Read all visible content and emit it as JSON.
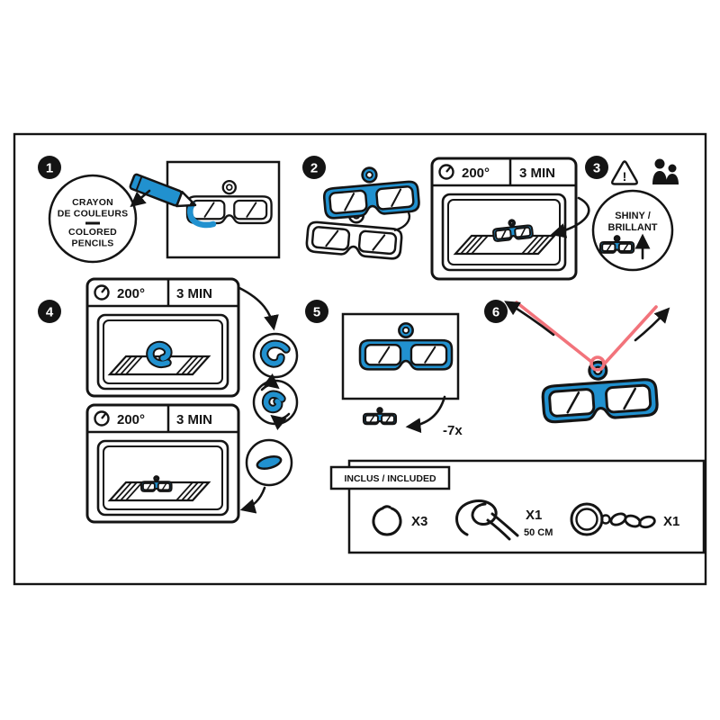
{
  "colors": {
    "blue": "#2191cf",
    "red": "#f2737b",
    "ink": "#141414"
  },
  "step1": {
    "num": "1",
    "label_fr_1": "CRAYON",
    "label_fr_2": "DE COULEURS",
    "label_en_1": "COLORED",
    "label_en_2": "PENCILS"
  },
  "step2": {
    "num": "2"
  },
  "step3": {
    "num": "3",
    "oven_temp": "200°",
    "oven_time": "3 MIN",
    "warning_mark": "!",
    "shiny_line1": "SHINY /",
    "shiny_line2": "BRILLANT"
  },
  "step4": {
    "num": "4",
    "oven_top_temp": "200°",
    "oven_top_time": "3 MIN",
    "oven_bottom_temp": "200°",
    "oven_bottom_time": "3 MIN"
  },
  "step5": {
    "num": "5",
    "shrink_factor": "-7x"
  },
  "step6": {
    "num": "6"
  },
  "included": {
    "title": "INCLUS / INCLUDED",
    "ring_qty": "X3",
    "cord_qty": "X1",
    "cord_length": "50 CM",
    "chain_qty": "X1"
  }
}
